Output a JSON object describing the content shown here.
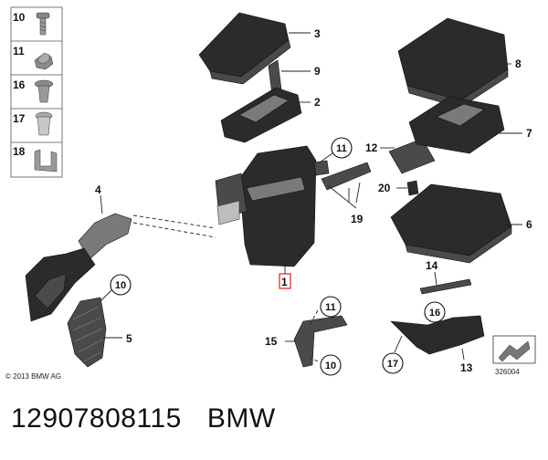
{
  "copyright": "© 2013 BMW AG",
  "diagram_number": "326004",
  "part_number": "12907808115",
  "brand": "BMW",
  "legend": [
    {
      "num": "10",
      "icon": "screw-icon"
    },
    {
      "num": "11",
      "icon": "hex-nut-icon"
    },
    {
      "num": "16",
      "icon": "expanding-rivet-icon"
    },
    {
      "num": "17",
      "icon": "plastic-nut-icon"
    },
    {
      "num": "18",
      "icon": "clip-icon"
    }
  ],
  "callouts": {
    "c1": "1",
    "c2": "2",
    "c3": "3",
    "c4": "4",
    "c5": "5",
    "c6": "6",
    "c7": "7",
    "c8": "8",
    "c9": "9",
    "c12": "12",
    "c13": "13",
    "c14": "14",
    "c15": "15",
    "c19": "19",
    "c20": "20"
  },
  "circled": {
    "c10a": "10",
    "c10b": "10",
    "c11a": "11",
    "c11b": "11",
    "c16": "16",
    "c17": "17"
  }
}
